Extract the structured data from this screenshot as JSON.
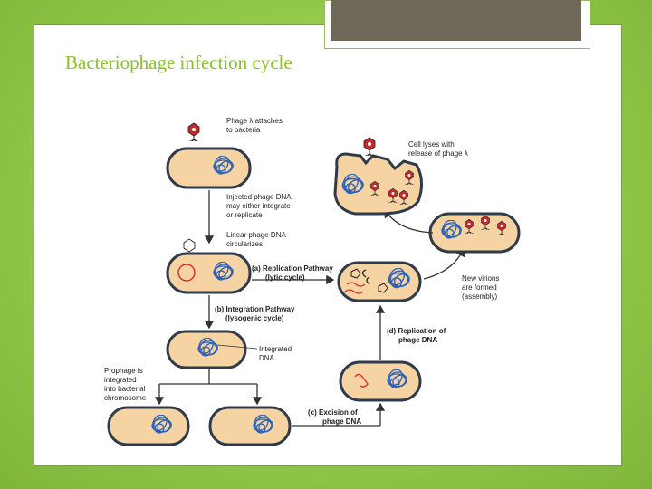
{
  "slide": {
    "title": "Bacteriophage infection cycle"
  },
  "diagram": {
    "labels": {
      "attach1": "Phage λ attaches",
      "attach2": "to bacteria",
      "lyses1": "Cell lyses with",
      "lyses2": "release of phage λ",
      "inject1": "Injected phage DNA",
      "inject2": "may either integrate",
      "inject3": "or replicate",
      "linear1": "Linear phage DNA",
      "linear2": "circularizes",
      "repA1": "(a)  Replication Pathway",
      "repA2": "(lytic cycle)",
      "newv1": "New virions",
      "newv2": "are formed",
      "newv3": "(assembly)",
      "intB1": "(b)  Integration Pathway",
      "intB2": "(lysogenic cycle)",
      "integ1": "Integrated",
      "integ2": "DNA",
      "repD1": "(d)  Replication of",
      "repD2": "phage DNA",
      "proph1": "Prophage is",
      "proph2": "integrated",
      "proph3": "into bacterial",
      "proph4": "chromosome",
      "excC1": "(c)  Excision of",
      "excC2": "phage DNA"
    },
    "colors": {
      "cell_fill": "#f6d3a2",
      "cell_border": "#2f3a4a",
      "chromosome": "#2f63b8",
      "phage_dna": "#d9332a",
      "phage_head": "#c62a2a",
      "arrow": "#333333"
    }
  }
}
